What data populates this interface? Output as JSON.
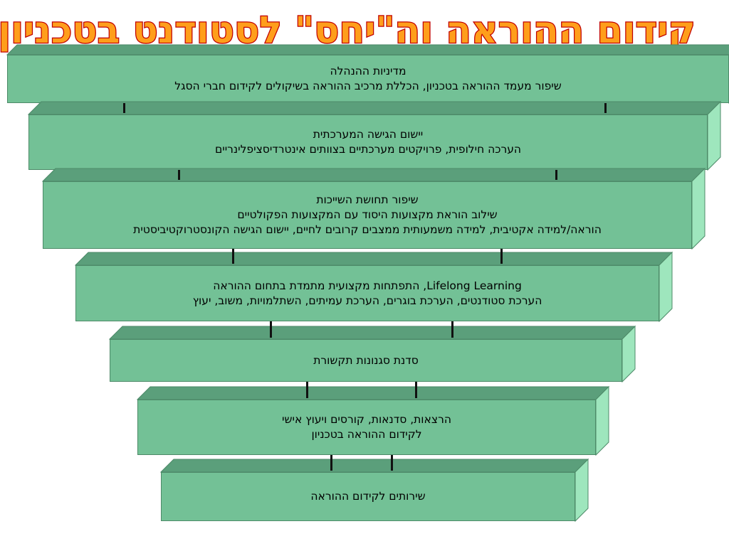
{
  "title": "קידום ההוראה וה\"יחס\" לסטודנט בטכניון",
  "colors": {
    "title_fill": "#ff9e1b",
    "title_outline": "#c00000",
    "face": "#73c196",
    "top": "#5b9f7b",
    "side": "#9ee6bd",
    "connector": "#111111"
  },
  "tiers": [
    {
      "lines": [
        "מדיניות ההנהלה",
        "שיפור מעמד ההוראה בטכניון, הכללת מרכיב ההוראה בשיקולים לקידום חברי הסגל"
      ]
    },
    {
      "lines": [
        "יישום הגישה המערכתית",
        "הערכה חילופית, פרויקטים מערכתיים בצוותים אינטרדיסציפלינריים"
      ]
    },
    {
      "lines": [
        "שיפור תחושת השייכות",
        "שילוב הוראת מקצועות היסוד עם המקצועות הפקולטיים",
        "הוראה/למידה אקטיבית, למידה משמעותית ממצבים קרובים לחיים, יישום הגישה הקונסטרוקטיביסטית"
      ]
    },
    {
      "lines": [
        "Lifelong Learning, התפתחות מקצועית מתמדת בתחום ההוראה",
        "הערכת סטודנטים, הערכת בוגרים, הערכת עמיתים, השתלמויות, משוב, יעוץ"
      ]
    },
    {
      "lines": [
        "סדנת סגנונות תקשורת"
      ]
    },
    {
      "lines": [
        "הרצאות, סדנאות, קורסים ויעוץ אישי",
        "לקידום ההוראה בטכניון"
      ]
    },
    {
      "lines": [
        "שירותים לקידום ההוראה"
      ]
    }
  ]
}
